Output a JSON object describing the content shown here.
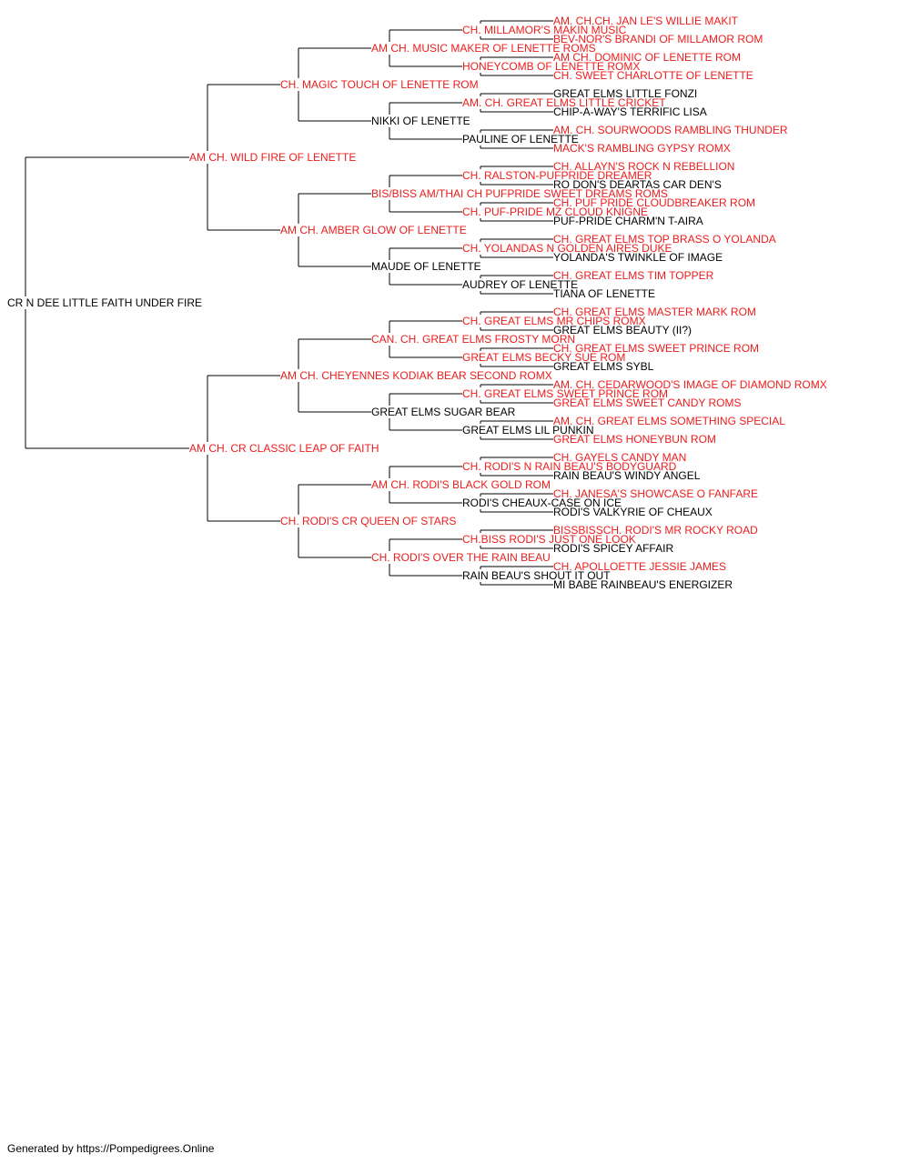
{
  "colors": {
    "champion": "#ee1c1c",
    "regular": "#000000",
    "line": "#000000"
  },
  "footer": "Generated by https://Pompedigrees.Online",
  "pedigree": {
    "name": "CR N DEE LITTLE FAITH UNDER FIRE",
    "champion": false,
    "sire": {
      "name": "AM CH. WILD FIRE OF LENETTE",
      "champion": true,
      "sire": {
        "name": "CH. MAGIC TOUCH OF LENETTE ROM",
        "champion": true,
        "sire": {
          "name": "AM CH. MUSIC MAKER OF LENETTE ROMS",
          "champion": true,
          "sire": {
            "name": "CH. MILLAMOR'S MAKIN MUSIC",
            "champion": true,
            "sire": {
              "name": "AM. CH.CH. JAN LE'S WILLIE MAKIT",
              "champion": true
            },
            "dam": {
              "name": "BEV-NOR'S BRANDI OF MILLAMOR ROM",
              "champion": true
            }
          },
          "dam": {
            "name": "HONEYCOMB OF LENETTE ROMX",
            "champion": true,
            "sire": {
              "name": "AM CH. DOMINIC OF LENETTE ROM",
              "champion": true
            },
            "dam": {
              "name": "CH. SWEET CHARLOTTE OF LENETTE",
              "champion": true
            }
          }
        },
        "dam": {
          "name": "NIKKI OF LENETTE",
          "champion": false,
          "sire": {
            "name": "AM. CH. GREAT ELMS LITTLE CRICKET",
            "champion": true,
            "sire": {
              "name": "GREAT ELMS LITTLE FONZI",
              "champion": false
            },
            "dam": {
              "name": "CHIP-A-WAY'S TERRIFIC LISA",
              "champion": false
            }
          },
          "dam": {
            "name": "PAULINE OF LENETTE",
            "champion": false,
            "sire": {
              "name": "AM. CH. SOURWOODS RAMBLING THUNDER",
              "champion": true
            },
            "dam": {
              "name": "MACK'S RAMBLING GYPSY ROMX",
              "champion": true
            }
          }
        }
      },
      "dam": {
        "name": "AM CH. AMBER GLOW OF LENETTE",
        "champion": true,
        "sire": {
          "name": "BIS/BISS AM/THAI CH PUFPRIDE SWEET DREAMS ROMS",
          "champion": true,
          "sire": {
            "name": "CH. RALSTON-PUFPRIDE DREAMER",
            "champion": true,
            "sire": {
              "name": "CH. ALLAYN'S ROCK N REBELLION",
              "champion": true
            },
            "dam": {
              "name": "RO DON'S DEARTAS CAR DEN'S",
              "champion": false
            }
          },
          "dam": {
            "name": "CH. PUF-PRIDE MZ CLOUD KNIGNE",
            "champion": true,
            "sire": {
              "name": "CH. PUF PRIDE CLOUDBREAKER ROM",
              "champion": true
            },
            "dam": {
              "name": "PUF-PRIDE CHARM'N T-AIRA",
              "champion": false
            }
          }
        },
        "dam": {
          "name": "MAUDE OF LENETTE",
          "champion": false,
          "sire": {
            "name": "CH. YOLANDAS N GOLDEN AIRES DUKE",
            "champion": true,
            "sire": {
              "name": "CH. GREAT ELMS TOP BRASS O YOLANDA",
              "champion": true
            },
            "dam": {
              "name": "YOLANDA'S TWINKLE OF IMAGE",
              "champion": false
            }
          },
          "dam": {
            "name": "AUDREY OF LENETTE",
            "champion": false,
            "sire": {
              "name": "CH. GREAT ELMS TIM TOPPER",
              "champion": true
            },
            "dam": {
              "name": "TIANA OF LENETTE",
              "champion": false
            }
          }
        }
      }
    },
    "dam": {
      "name": "AM CH. CR CLASSIC LEAP OF FAITH",
      "champion": true,
      "sire": {
        "name": "AM CH. CHEYENNES KODIAK BEAR SECOND ROMX",
        "champion": true,
        "sire": {
          "name": "CAN. CH. GREAT ELMS FROSTY MORN",
          "champion": true,
          "sire": {
            "name": "CH. GREAT ELMS MR CHIPS ROMX",
            "champion": true,
            "sire": {
              "name": "CH. GREAT ELMS MASTER MARK ROM",
              "champion": true
            },
            "dam": {
              "name": "GREAT ELMS BEAUTY (II?)",
              "champion": false
            }
          },
          "dam": {
            "name": "GREAT ELMS BECKY SUE ROM",
            "champion": true,
            "sire": {
              "name": "CH. GREAT ELMS SWEET PRINCE ROM",
              "champion": true
            },
            "dam": {
              "name": "GREAT ELMS SYBL",
              "champion": false
            }
          }
        },
        "dam": {
          "name": "GREAT ELMS SUGAR BEAR",
          "champion": false,
          "sire": {
            "name": "CH. GREAT ELMS SWEET PRINCE ROM",
            "champion": true,
            "sire": {
              "name": "AM. CH. CEDARWOOD'S IMAGE OF DIAMOND ROMX",
              "champion": true
            },
            "dam": {
              "name": "GREAT ELMS SWEET CANDY ROMS",
              "champion": true
            }
          },
          "dam": {
            "name": "GREAT ELMS LIL PUNKIN",
            "champion": false,
            "sire": {
              "name": "AM. CH. GREAT ELMS SOMETHING SPECIAL",
              "champion": true
            },
            "dam": {
              "name": "GREAT ELMS HONEYBUN ROM",
              "champion": true
            }
          }
        }
      },
      "dam": {
        "name": "CH. RODI'S CR QUEEN OF STARS",
        "champion": true,
        "sire": {
          "name": "AM CH. RODI'S BLACK GOLD ROM",
          "champion": true,
          "sire": {
            "name": "CH. RODI'S N RAIN BEAU'S BODYGUARD",
            "champion": true,
            "sire": {
              "name": "CH. GAYELS CANDY MAN",
              "champion": true
            },
            "dam": {
              "name": "RAIN BEAU'S WINDY ANGEL",
              "champion": false
            }
          },
          "dam": {
            "name": "RODI'S CHEAUX-CASE ON ICE",
            "champion": false,
            "sire": {
              "name": "CH. JANESA'S SHOWCASE O FANFARE",
              "champion": true
            },
            "dam": {
              "name": "RODI'S VALKYRIE OF CHEAUX",
              "champion": false
            }
          }
        },
        "dam": {
          "name": "CH. RODI'S OVER THE RAIN BEAU",
          "champion": true,
          "sire": {
            "name": "CH.BISS RODI'S JUST ONE LOOK",
            "champion": true,
            "sire": {
              "name": "BISSBISSCH. RODI'S MR ROCKY ROAD",
              "champion": true
            },
            "dam": {
              "name": "RODI'S SPICEY AFFAIR",
              "champion": false
            }
          },
          "dam": {
            "name": "RAIN BEAU'S SHOUT IT OUT",
            "champion": false,
            "sire": {
              "name": "CH. APOLLOETTE JESSIE JAMES",
              "champion": true
            },
            "dam": {
              "name": "MI BABE RAINBEAU'S ENERGIZER",
              "champion": false
            }
          }
        }
      }
    }
  }
}
